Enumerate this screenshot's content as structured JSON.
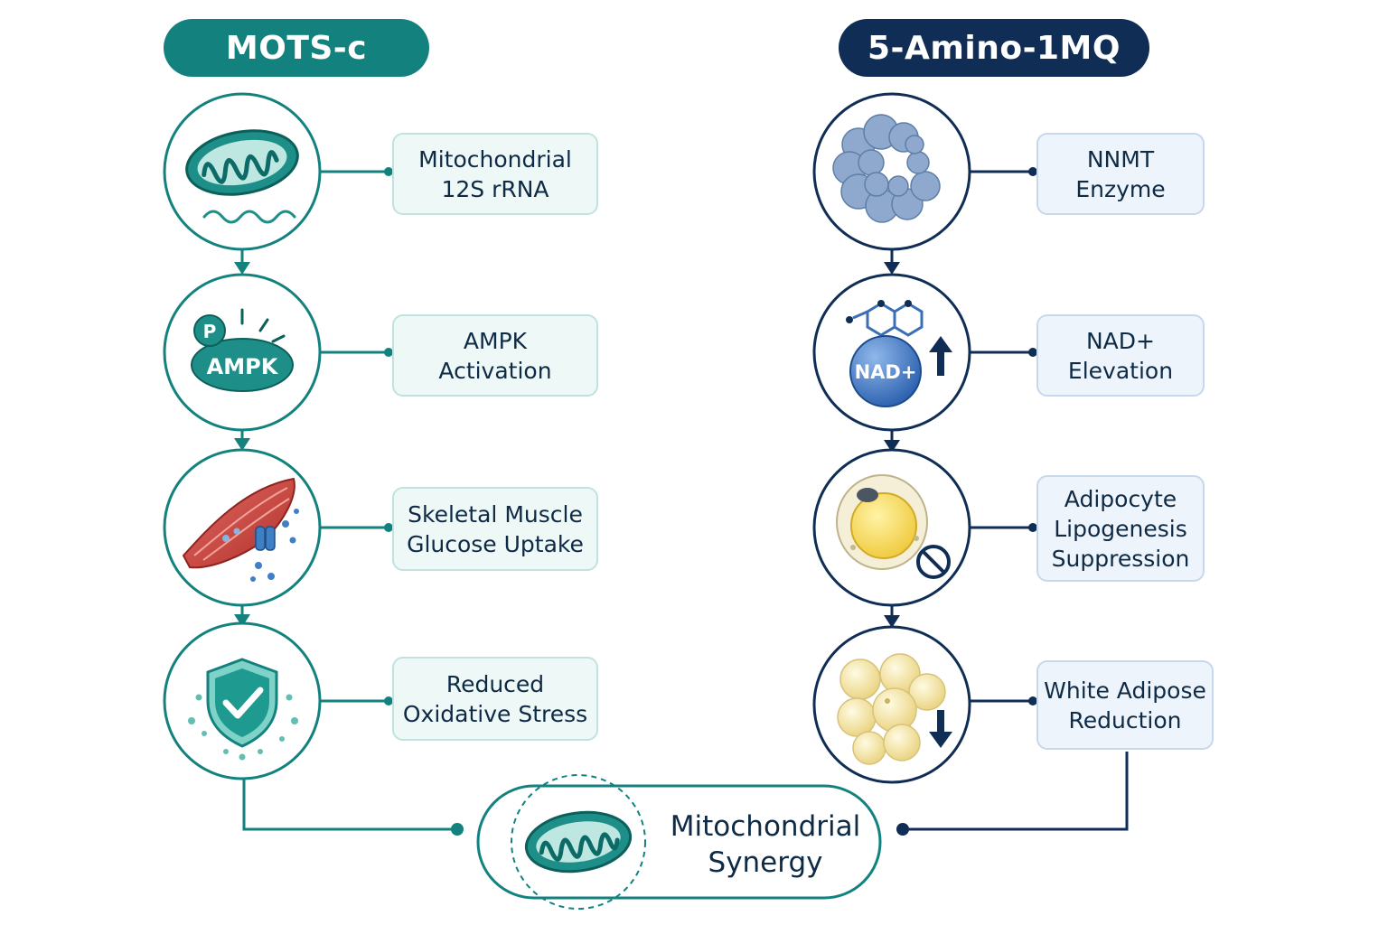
{
  "left": {
    "title": "MOTS-c",
    "color": "#13827f",
    "steps": [
      {
        "lines": [
          "Mitochondrial",
          "12S rRNA"
        ],
        "icon": "mitochondria-icon"
      },
      {
        "lines": [
          "AMPK",
          "Activation"
        ],
        "icon": "ampk-icon",
        "icon_labels": {
          "phospho": "P",
          "enzyme": "AMPK"
        }
      },
      {
        "lines": [
          "Skeletal Muscle",
          "Glucose Uptake"
        ],
        "icon": "muscle-glucose-icon"
      },
      {
        "lines": [
          "Reduced",
          "Oxidative Stress"
        ],
        "icon": "shield-check-icon"
      }
    ]
  },
  "right": {
    "title": "5-Amino-1MQ",
    "color": "#102d55",
    "steps": [
      {
        "lines": [
          "NNMT",
          "Enzyme"
        ],
        "icon": "protein-icon"
      },
      {
        "lines": [
          "NAD+",
          "Elevation"
        ],
        "icon": "nad-up-icon",
        "icon_labels": {
          "molecule": "NAD+"
        }
      },
      {
        "lines": [
          "Adipocyte",
          "Lipogenesis",
          "Suppression"
        ],
        "icon": "adipocyte-inhibit-icon"
      },
      {
        "lines": [
          "White Adipose",
          "Reduction"
        ],
        "icon": "fat-cells-down-icon"
      }
    ]
  },
  "synergy": {
    "lines": [
      "Mitochondrial",
      "Synergy"
    ],
    "icon": "mitochondria-icon"
  }
}
